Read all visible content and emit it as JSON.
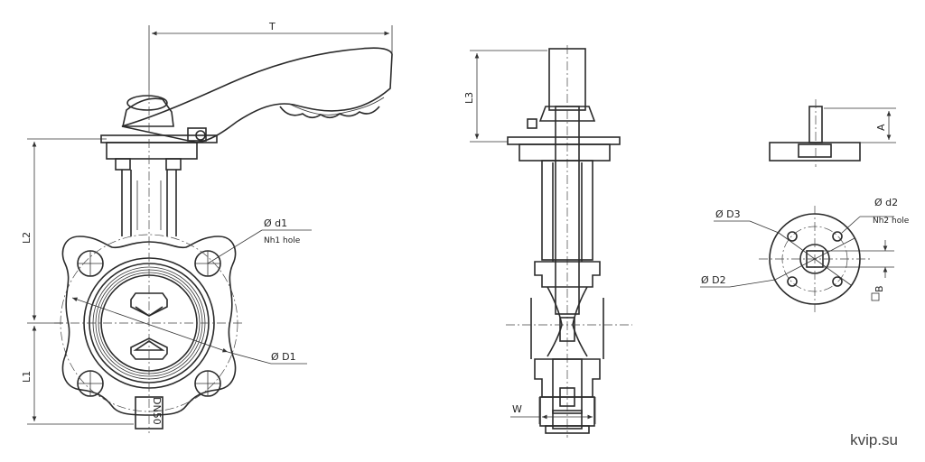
{
  "labels": {
    "T": "T",
    "L1": "L1",
    "L2": "L2",
    "L3": "L3",
    "W": "W",
    "A": "A",
    "B": "B",
    "D1": "Ø D1",
    "D2": "Ø D2",
    "D3": "Ø D3",
    "d1": "Ø d1",
    "d2": "Ø d2",
    "n1_hole": "Nh1 hole",
    "n2_hole": "Nh2 hole",
    "dn_marking": "DN50"
  },
  "watermark": "kvip.su",
  "colors": {
    "line": "#2a2a2a",
    "background": "#ffffff"
  }
}
